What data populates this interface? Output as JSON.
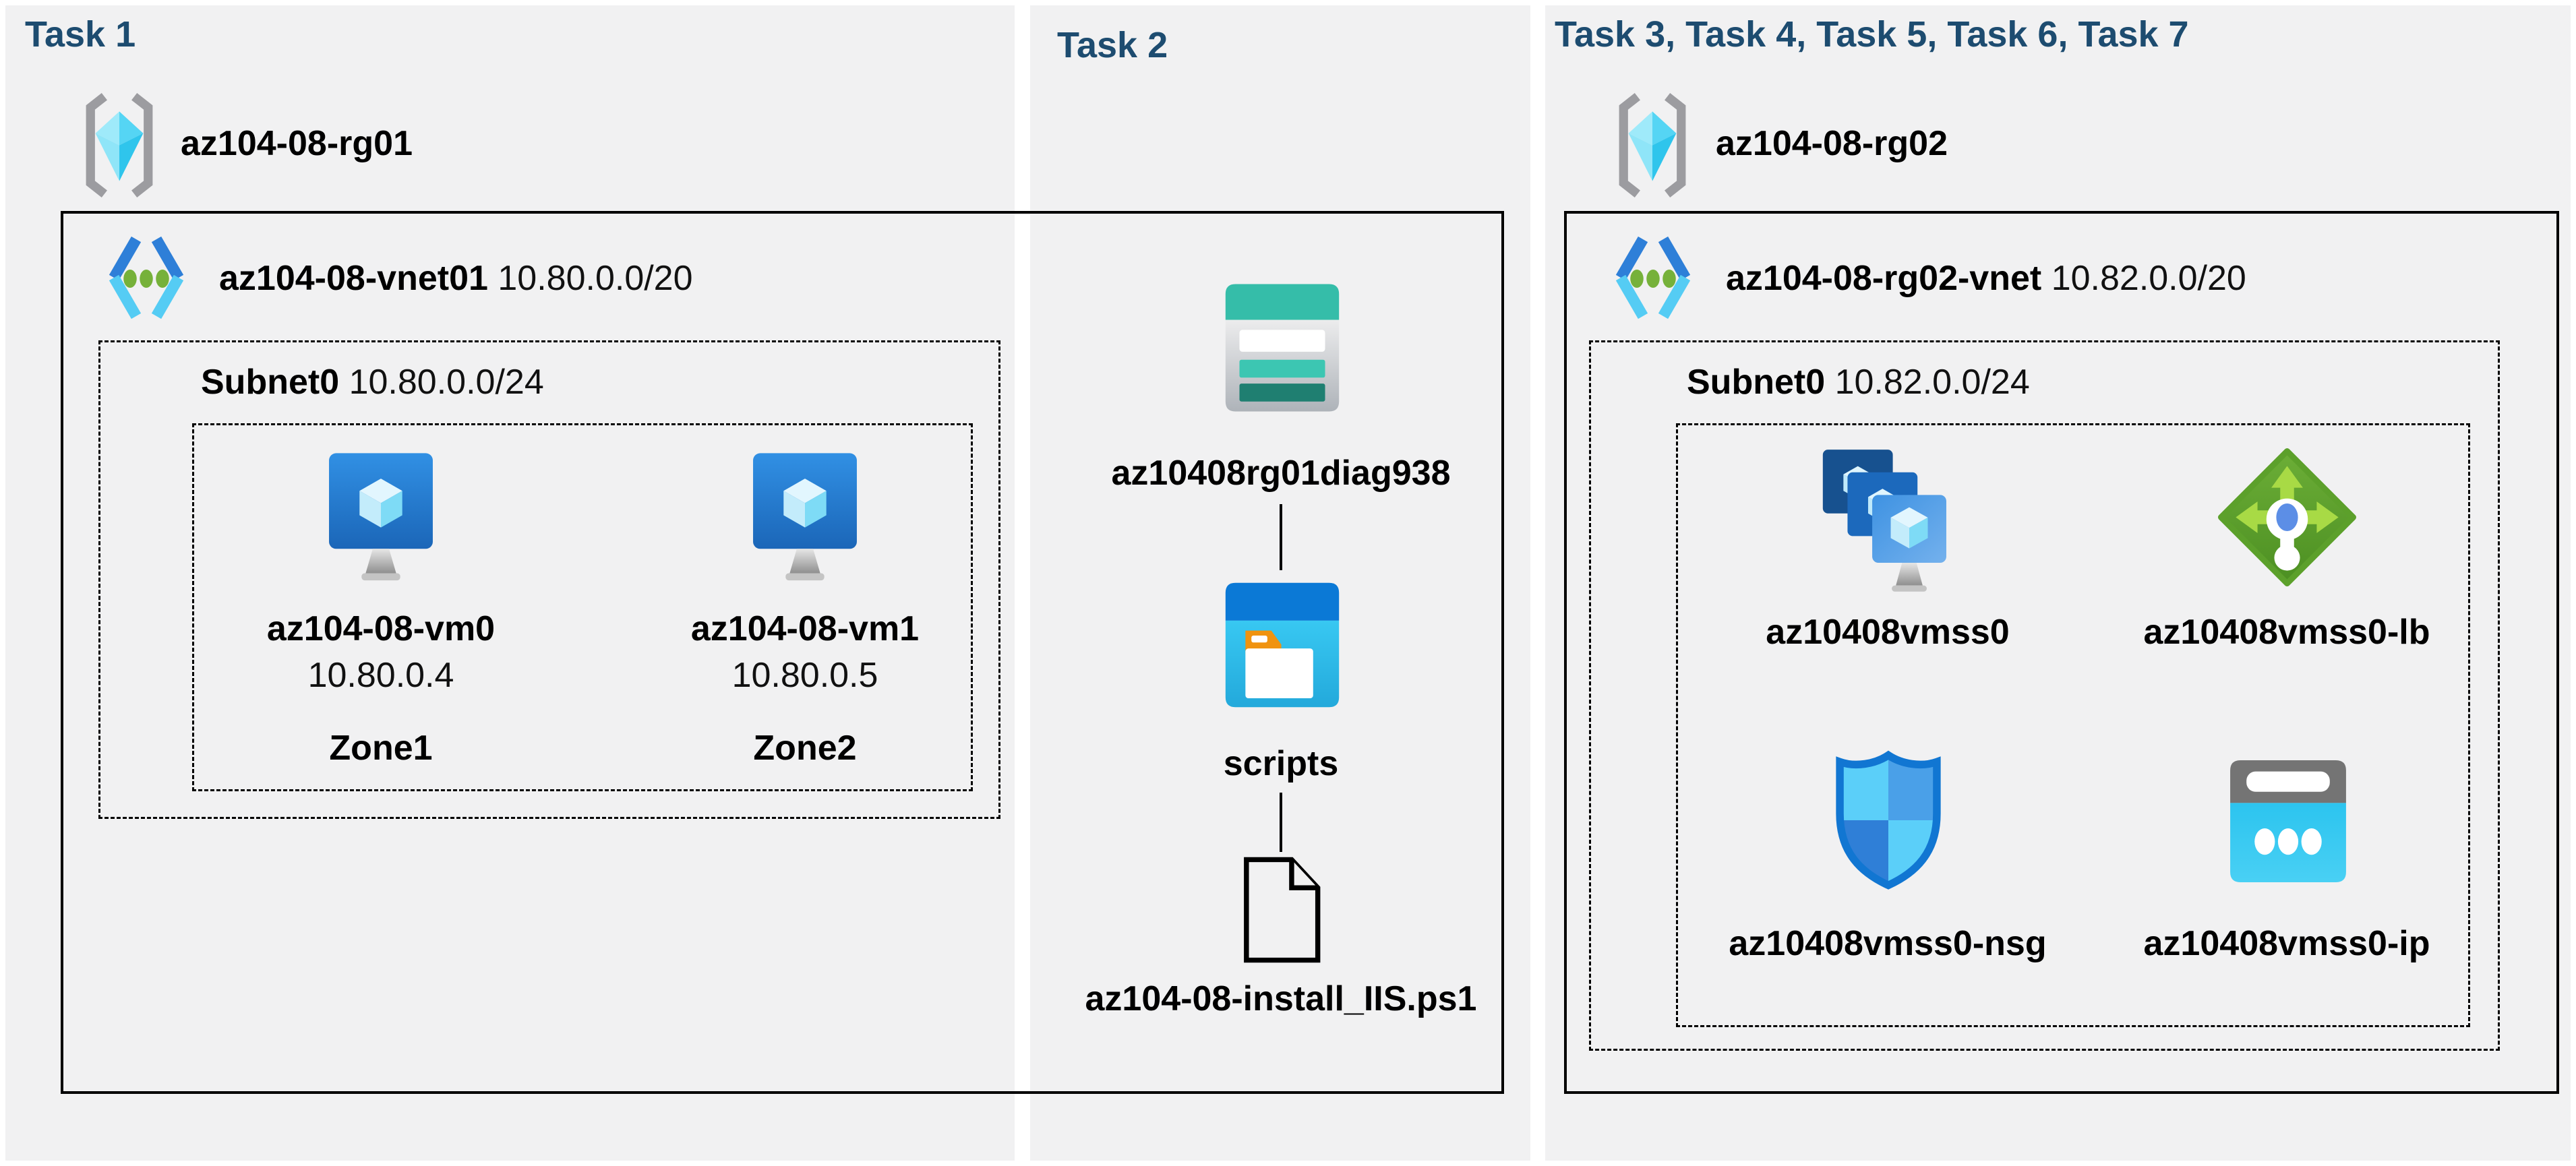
{
  "colors": {
    "panel_bg": "#F1F1F2",
    "header_text": "#1D4C70",
    "box_border": "#000000",
    "vm_blue": "#2F8ADF",
    "vnet_blue": "#2E7FD8",
    "vnet_light_blue": "#55CCF4",
    "green_dot": "#76B13A",
    "lb_green": "#5CA02B",
    "storage_teal": "#35BDA9",
    "public_ip_cyan": "#2CC4EF",
    "nsg_blue": "#1176D2"
  },
  "panels": {
    "task1": {
      "title": "Task 1",
      "resource_group": "az104-08-rg01",
      "vnet_name": "az104-08-vnet01",
      "vnet_cidr": "10.80.0.0/20",
      "subnet_name": "Subnet0",
      "subnet_cidr": "10.80.0.0/24",
      "vm0": {
        "name": "az104-08-vm0",
        "ip": "10.80.0.4",
        "zone": "Zone1"
      },
      "vm1": {
        "name": "az104-08-vm1",
        "ip": "10.80.0.5",
        "zone": "Zone2"
      }
    },
    "task2": {
      "title": "Task 2",
      "storage_account": "az10408rg01diag938",
      "container": "scripts",
      "script_file": "az104-08-install_IIS.ps1"
    },
    "task37": {
      "title": "Task 3, Task 4, Task 5, Task 6, Task 7",
      "resource_group": "az104-08-rg02",
      "vnet_name": "az104-08-rg02-vnet",
      "vnet_cidr": "10.82.0.0/20",
      "subnet_name": "Subnet0",
      "subnet_cidr": "10.82.0.0/24",
      "vmss": "az10408vmss0",
      "load_balancer": "az10408vmss0-lb",
      "nsg": "az10408vmss0-nsg",
      "public_ip": "az10408vmss0-ip"
    }
  }
}
